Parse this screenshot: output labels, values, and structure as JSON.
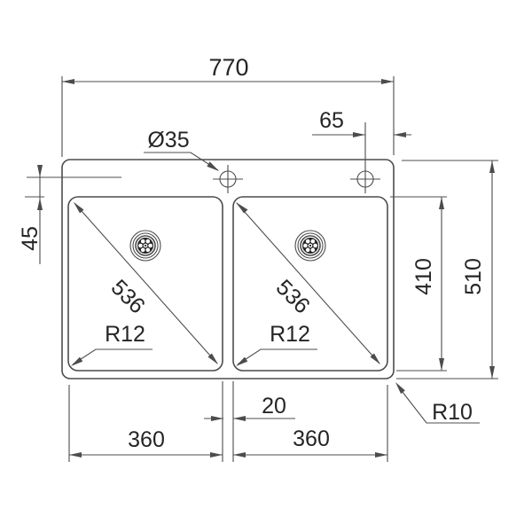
{
  "colors": {
    "line": "#4c4c4e",
    "text": "#252527",
    "background": "#ffffff"
  },
  "drawing": {
    "type": "sink installation dimension drawing, top view, double bowl",
    "overall_width": "770",
    "hole_offset": "65",
    "hole_diameter": "Ø35",
    "rim_to_bowl_depth": "45",
    "bowl_length": "410",
    "overall_depth": "510",
    "center_gap": "20",
    "outer_corner_radius": "R10",
    "left_bowl": {
      "diagonal": "536",
      "corner_radius": "R12",
      "width": "360"
    },
    "right_bowl": {
      "diagonal": "536",
      "corner_radius": "R12",
      "width": "360"
    }
  }
}
